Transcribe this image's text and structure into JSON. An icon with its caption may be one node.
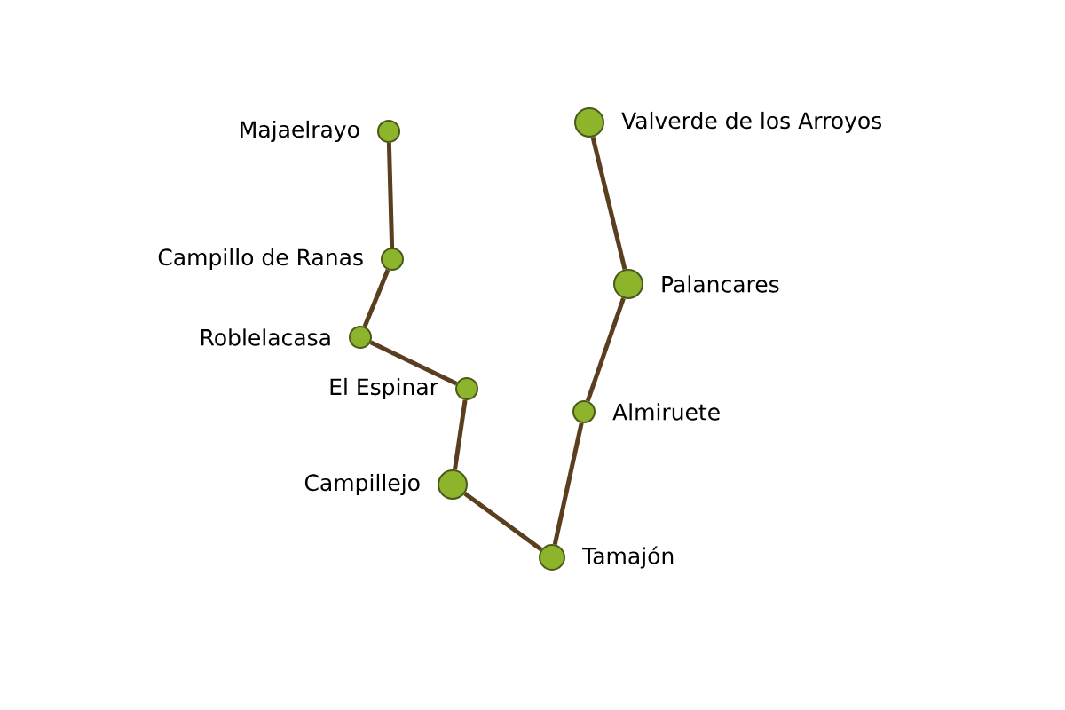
{
  "diagram": {
    "nodes": [
      {
        "text": [
          "Majaelrayo"
        ]
      },
      {
        "text": [
          "Campillo de Ranas"
        ]
      },
      {
        "text": [
          "Roblelacasa"
        ]
      },
      {
        "text": [
          "El Espinar"
        ]
      },
      {
        "text": [
          "Campillejo"
        ]
      },
      {
        "text": [
          "Tamajón"
        ]
      },
      {
        "text": [
          "Almiruete"
        ]
      },
      {
        "text": [
          "Palancares"
        ]
      },
      {
        "text": [
          "Valverde de los Arroyos"
        ]
      }
    ],
    "edges": [
      {
        "from": 0,
        "to": 1,
        "arrow": "none"
      },
      {
        "from": 1,
        "to": 2,
        "arrow": "none"
      },
      {
        "from": 2,
        "to": 3,
        "arrow": "none"
      },
      {
        "from": 3,
        "to": 4,
        "arrow": "none"
      },
      {
        "from": 4,
        "to": 5,
        "arrow": "none"
      },
      {
        "from": 5,
        "to": 6,
        "arrow": "none"
      },
      {
        "from": 6,
        "to": 7,
        "arrow": "none"
      },
      {
        "from": 7,
        "to": 8,
        "arrow": "none"
      }
    ]
  }
}
